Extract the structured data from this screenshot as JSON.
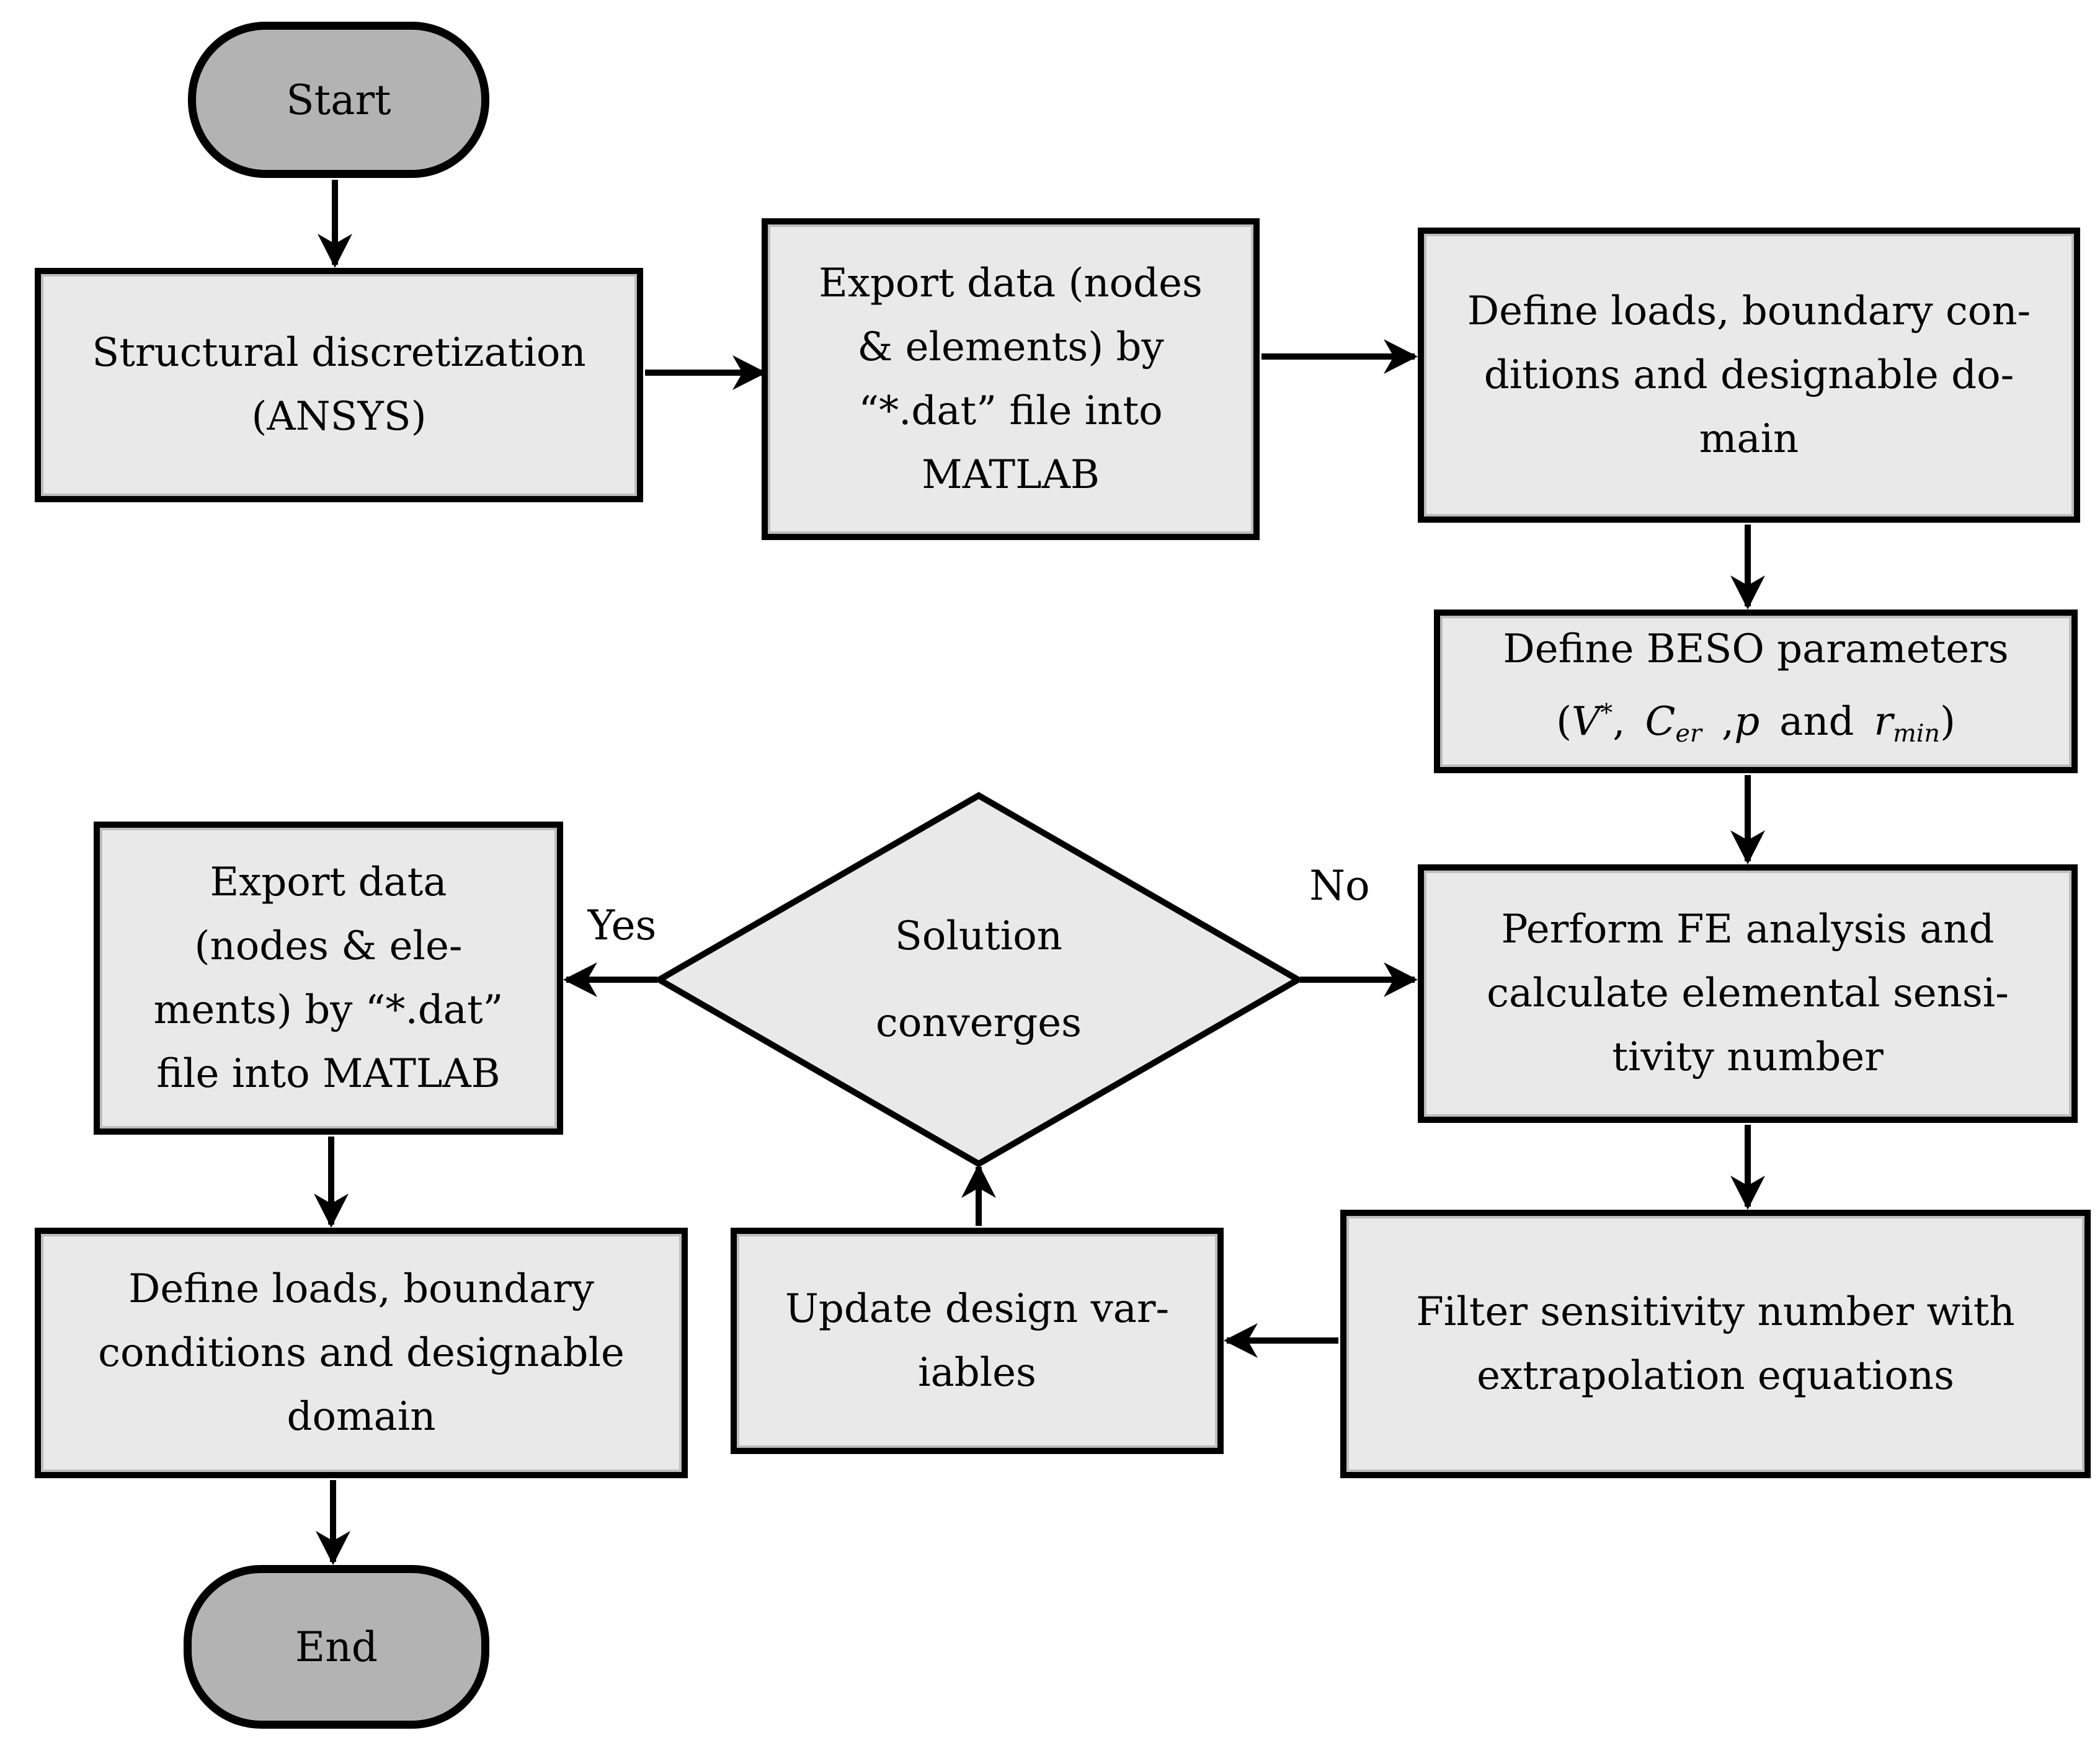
{
  "colors": {
    "background": "#ffffff",
    "process_fill": "#e9e9e9",
    "terminal_fill": "#b3b3b3",
    "line": "#000000"
  },
  "nodes": {
    "start": {
      "label": "Start"
    },
    "structural": {
      "label": "Structural discretization\n(ANSYS)"
    },
    "export_top": {
      "label": "Export data (nodes\n& elements) by\n“*.dat” file into\nMATLAB"
    },
    "define_loads_top": {
      "label": "Define loads, boundary con-\nditions and designable do-\nmain"
    },
    "beso": {
      "line1": "Define BESO parameters",
      "math": {
        "open": "(",
        "V": "V",
        "V_sup": "*",
        "sep1": ", ",
        "C": "C",
        "C_sub": "er",
        "sep2": " ,",
        "p": "p",
        "and_word": " and ",
        "r": "r",
        "r_sub": "min",
        "close": ")"
      }
    },
    "fe": {
      "label": "Perform FE analysis and\ncalculate elemental sensi-\ntivity number"
    },
    "filter": {
      "label": "Filter sensitivity number with\nextrapolation equations"
    },
    "update": {
      "label": "Update design var-\niables"
    },
    "decision": {
      "label": "Solution\nconverges"
    },
    "export_left": {
      "label": "Export data\n(nodes & ele-\nments) by “*.dat”\nfile into MATLAB"
    },
    "define_loads_bottom": {
      "label": "Define loads, boundary\nconditions and designable\ndomain"
    },
    "end": {
      "label": "End"
    }
  },
  "edges": {
    "yes_label": "Yes",
    "no_label": "No"
  }
}
